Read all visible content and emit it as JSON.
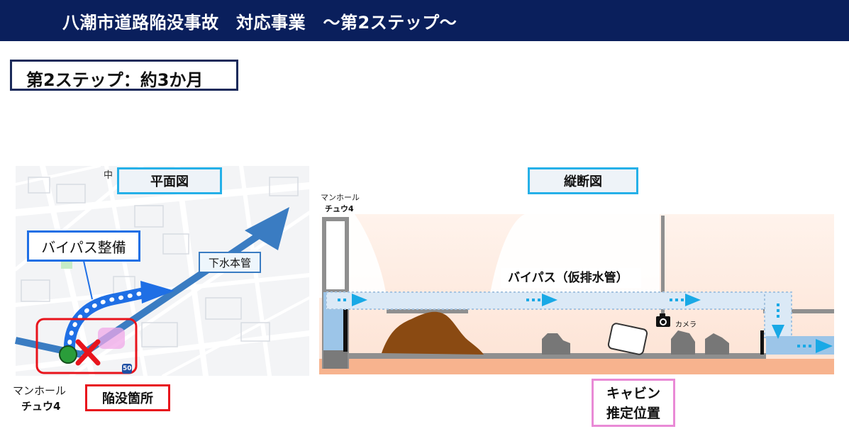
{
  "header": {
    "title": "八潮市道路陥没事故　対応事業　～第2ステップ～"
  },
  "step": {
    "label": "第2ステップ：約3か月"
  },
  "plan_view": {
    "title": "平面図",
    "bypass_label": "バイパス整備",
    "sewer_label": "下水本管",
    "manhole_label": "マンホール",
    "manhole_id": "チュウ4",
    "sinkhole_label": "陥没箇所",
    "map_fragment_top": "中",
    "road_badge": "50"
  },
  "profile_view": {
    "title": "縦断図",
    "manhole_label": "マンホール",
    "manhole_id": "チュウ4",
    "bypass_label": "バイパス（仮排水管）",
    "camera_label": "カメラ",
    "cabin_label_line1": "キャビン",
    "cabin_label_line2": "推定位置"
  },
  "colors": {
    "header_bg": "#0a1f5c",
    "sewer_blue": "#3a7cc2",
    "bypass_blue": "#1f6fe5",
    "flow_cyan": "#19a9e6",
    "sinkhole_red": "#e8141c",
    "cabin_pink": "#e98ad6",
    "soil_brown": "#8a4a12"
  }
}
